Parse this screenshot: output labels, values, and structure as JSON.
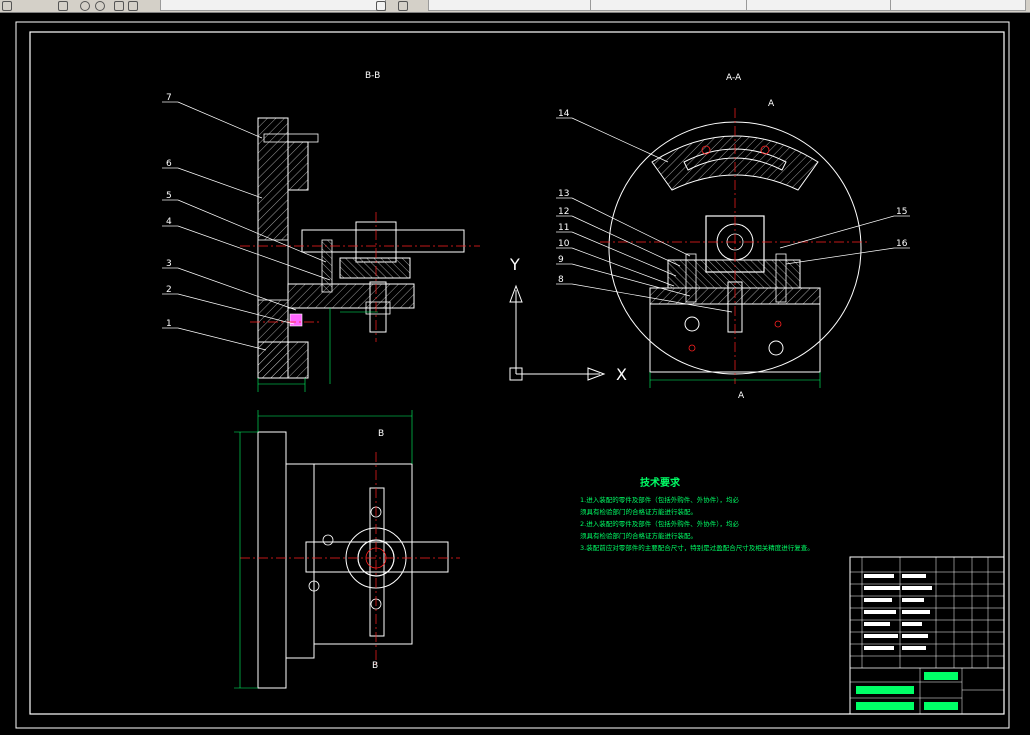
{
  "window": {
    "tabs": [
      "",
      "",
      "",
      "",
      "",
      "",
      "",
      ""
    ]
  },
  "views": {
    "section_b_title": "B-B",
    "section_a_title": "A-A",
    "section_marker_top": "B",
    "section_marker_bottom": "B",
    "section_marker_a_top": "A",
    "section_marker_a_bottom": "A"
  },
  "part_labels_left": [
    "7",
    "6",
    "5",
    "4",
    "3",
    "2",
    "1"
  ],
  "part_labels_right_left": [
    "14",
    "13",
    "12",
    "11",
    "10",
    "9",
    "8"
  ],
  "part_labels_right_right": [
    "15",
    "16"
  ],
  "ucs": {
    "x_label": "X",
    "y_label": "Y"
  },
  "tech_requirements": {
    "title": "技术要求",
    "lines": [
      "1.进入装配的零件及部件（包括外购件、外协件），均必",
      "须具有检验部门的合格证方能进行装配。",
      "2.进入装配的零件及部件（包括外购件、外协件），均必",
      "须具有检验部门的合格证方能进行装配。",
      "3.装配前应对零部件的主要配合尺寸，特别是过盈配合尺寸及相关精度进行复查。"
    ]
  },
  "colors": {
    "outline": "#ffffff",
    "centerline": "#ff2020",
    "dimension": "#00ff66",
    "label": "#ffff00",
    "hatch": "#c8c8c8",
    "ucs": "#ffffff"
  }
}
